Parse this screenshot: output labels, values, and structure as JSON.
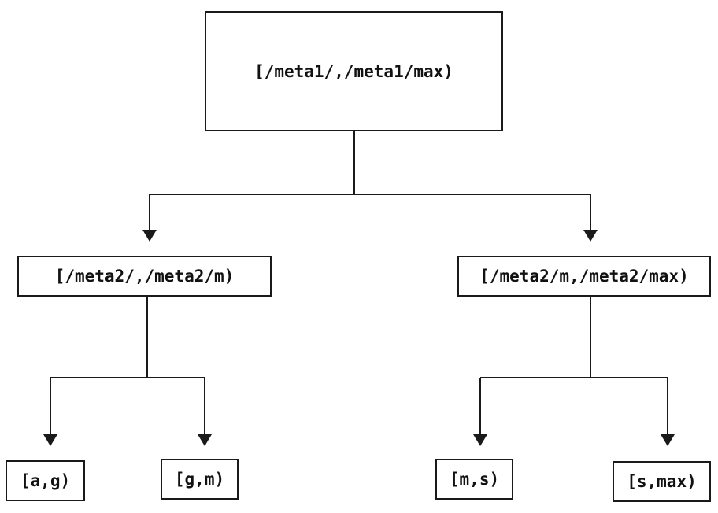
{
  "diagram": {
    "kind": "interval-partition-tree",
    "nodes": {
      "root": {
        "label": "[/meta1/,/meta1/max)"
      },
      "left": {
        "label": "[/meta2/,/meta2/m)"
      },
      "right": {
        "label": "[/meta2/m,/meta2/max)"
      },
      "leaf_ag": {
        "label": "[a,g)"
      },
      "leaf_gm": {
        "label": "[g,m)"
      },
      "leaf_ms": {
        "label": "[m,s)"
      },
      "leaf_smax": {
        "label": "[s,max)"
      }
    },
    "edges": [
      {
        "from": "root",
        "to": "left"
      },
      {
        "from": "root",
        "to": "right"
      },
      {
        "from": "left",
        "to": "leaf_ag"
      },
      {
        "from": "left",
        "to": "leaf_gm"
      },
      {
        "from": "right",
        "to": "leaf_ms"
      },
      {
        "from": "right",
        "to": "leaf_smax"
      }
    ],
    "colors": {
      "line": "#1a1a1a",
      "text": "#111111",
      "box_fill": "#ffffff",
      "background": "#ffffff"
    }
  }
}
